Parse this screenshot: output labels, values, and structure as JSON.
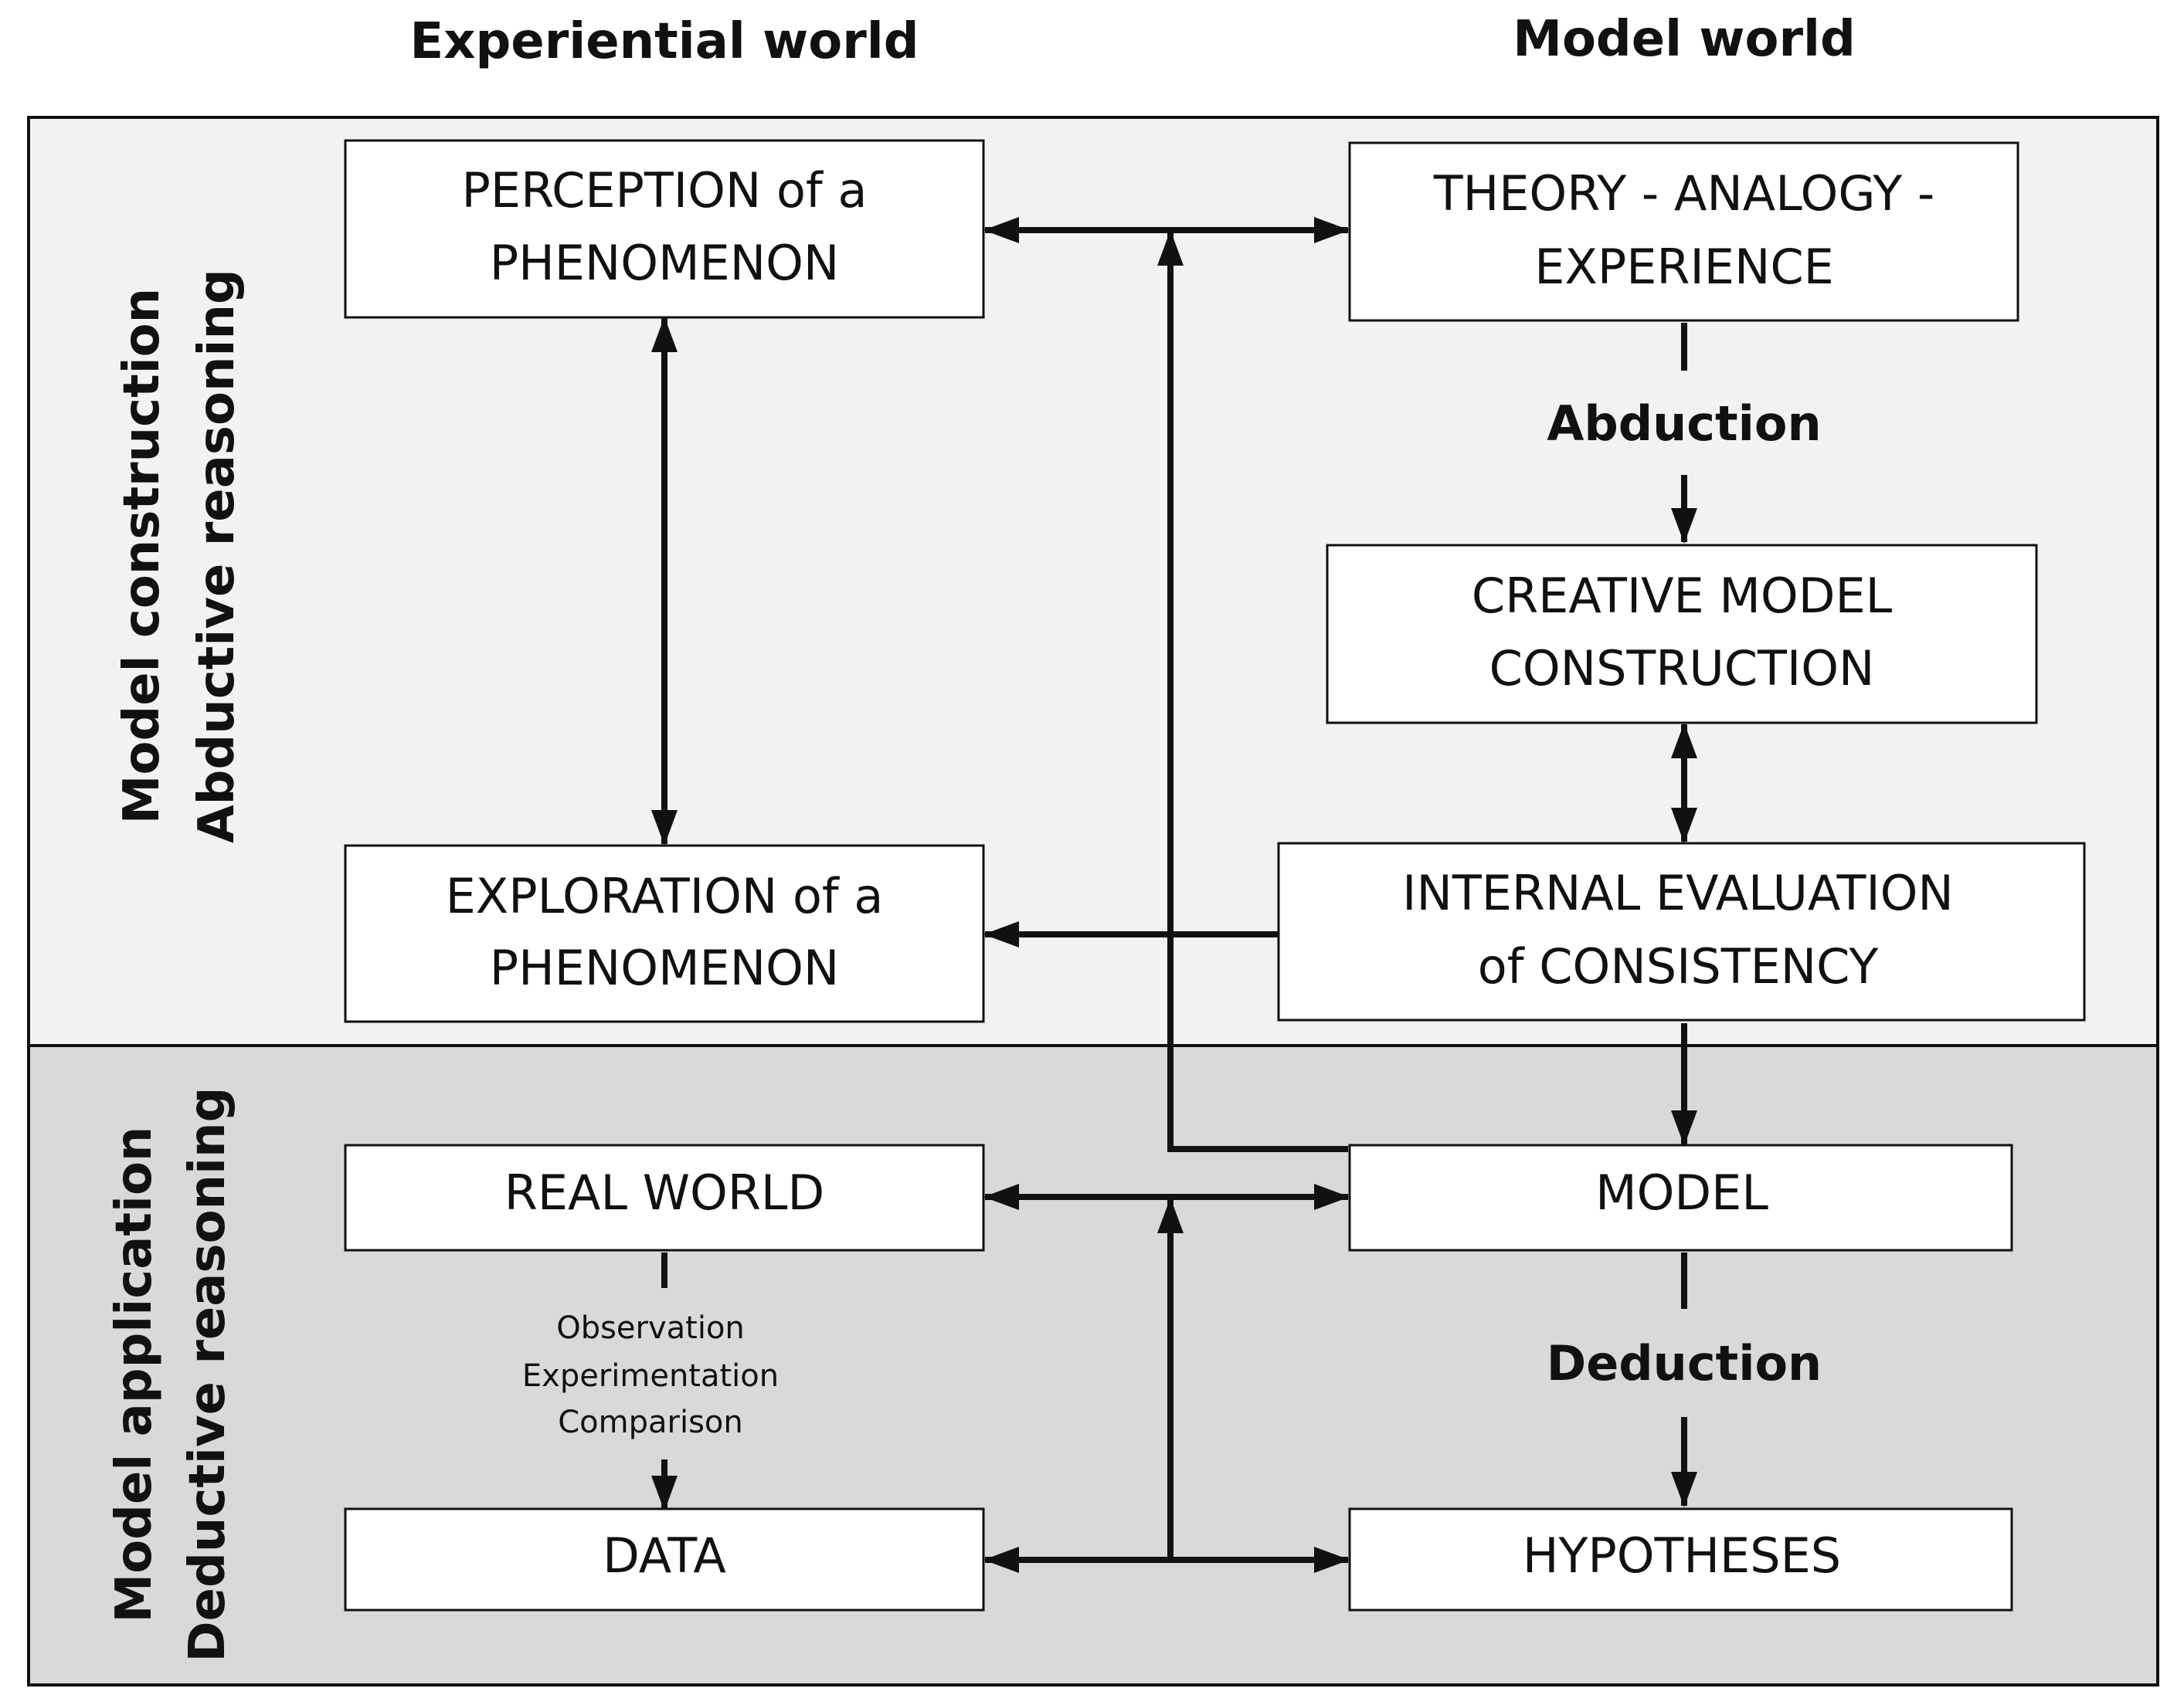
{
  "headers": {
    "left": "Experiential world",
    "right": "Model world"
  },
  "sections": {
    "top": {
      "line1": "Model construction",
      "line2": "Abductive reasoning",
      "fill": "#f2f2f2"
    },
    "bottom": {
      "line1": "Model application",
      "line2": "Deductive reasoning",
      "fill": "#d9d9d9"
    }
  },
  "boxes": {
    "perception": [
      "PERCEPTION of a",
      "PHENOMENON"
    ],
    "exploration": [
      "EXPLORATION of a",
      "PHENOMENON"
    ],
    "theory": [
      "THEORY - ANALOGY -",
      "EXPERIENCE"
    ],
    "creative": [
      "CREATIVE MODEL",
      "CONSTRUCTION"
    ],
    "evaluation": [
      "INTERNAL EVALUATION",
      "of CONSISTENCY"
    ],
    "real_world": "REAL WORLD",
    "model": "MODEL",
    "data": "DATA",
    "hypotheses": "HYPOTHESES"
  },
  "labels": {
    "abduction": "Abduction",
    "deduction": "Deduction",
    "observation": "Observation",
    "experimentation": "Experimentation",
    "comparison": "Comparison"
  }
}
